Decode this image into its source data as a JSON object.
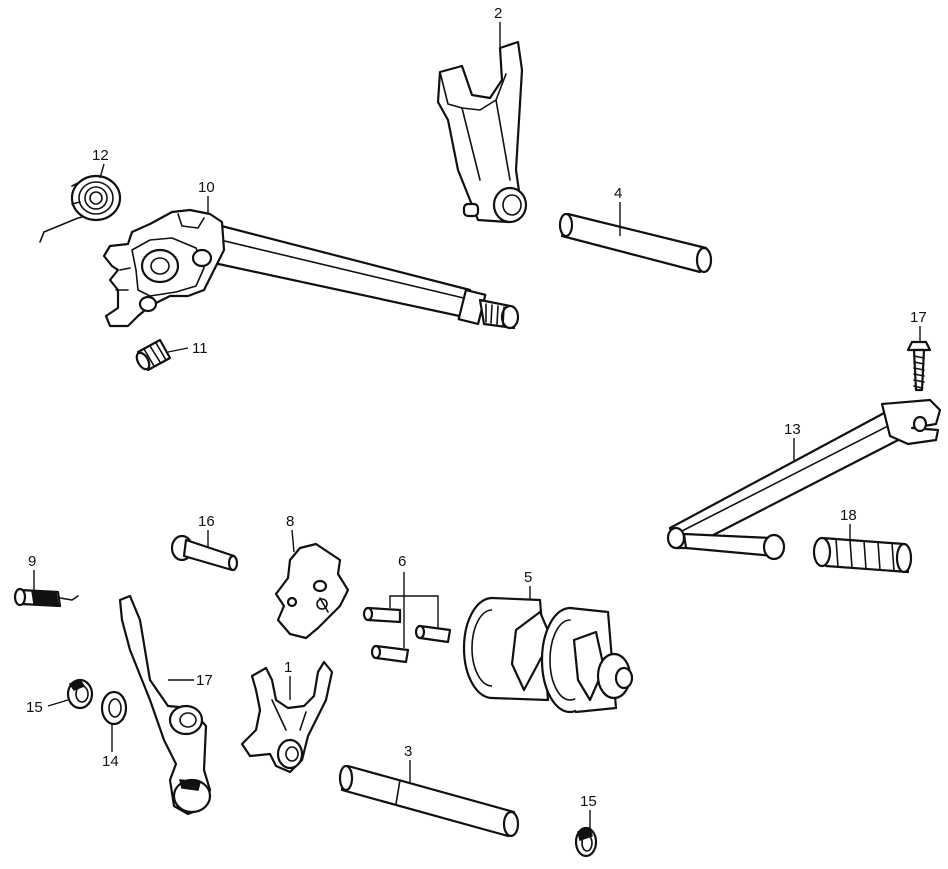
{
  "callouts": {
    "c1": "1",
    "c2": "2",
    "c3": "3",
    "c4": "4",
    "c5": "5",
    "c6": "6",
    "c8": "8",
    "c9": "9",
    "c10": "10",
    "c11": "11",
    "c12": "12",
    "c13": "13",
    "c14": "14",
    "c15a": "15",
    "c15b": "15",
    "c16": "16",
    "c17a": "17",
    "c17b": "17",
    "c18": "18"
  }
}
